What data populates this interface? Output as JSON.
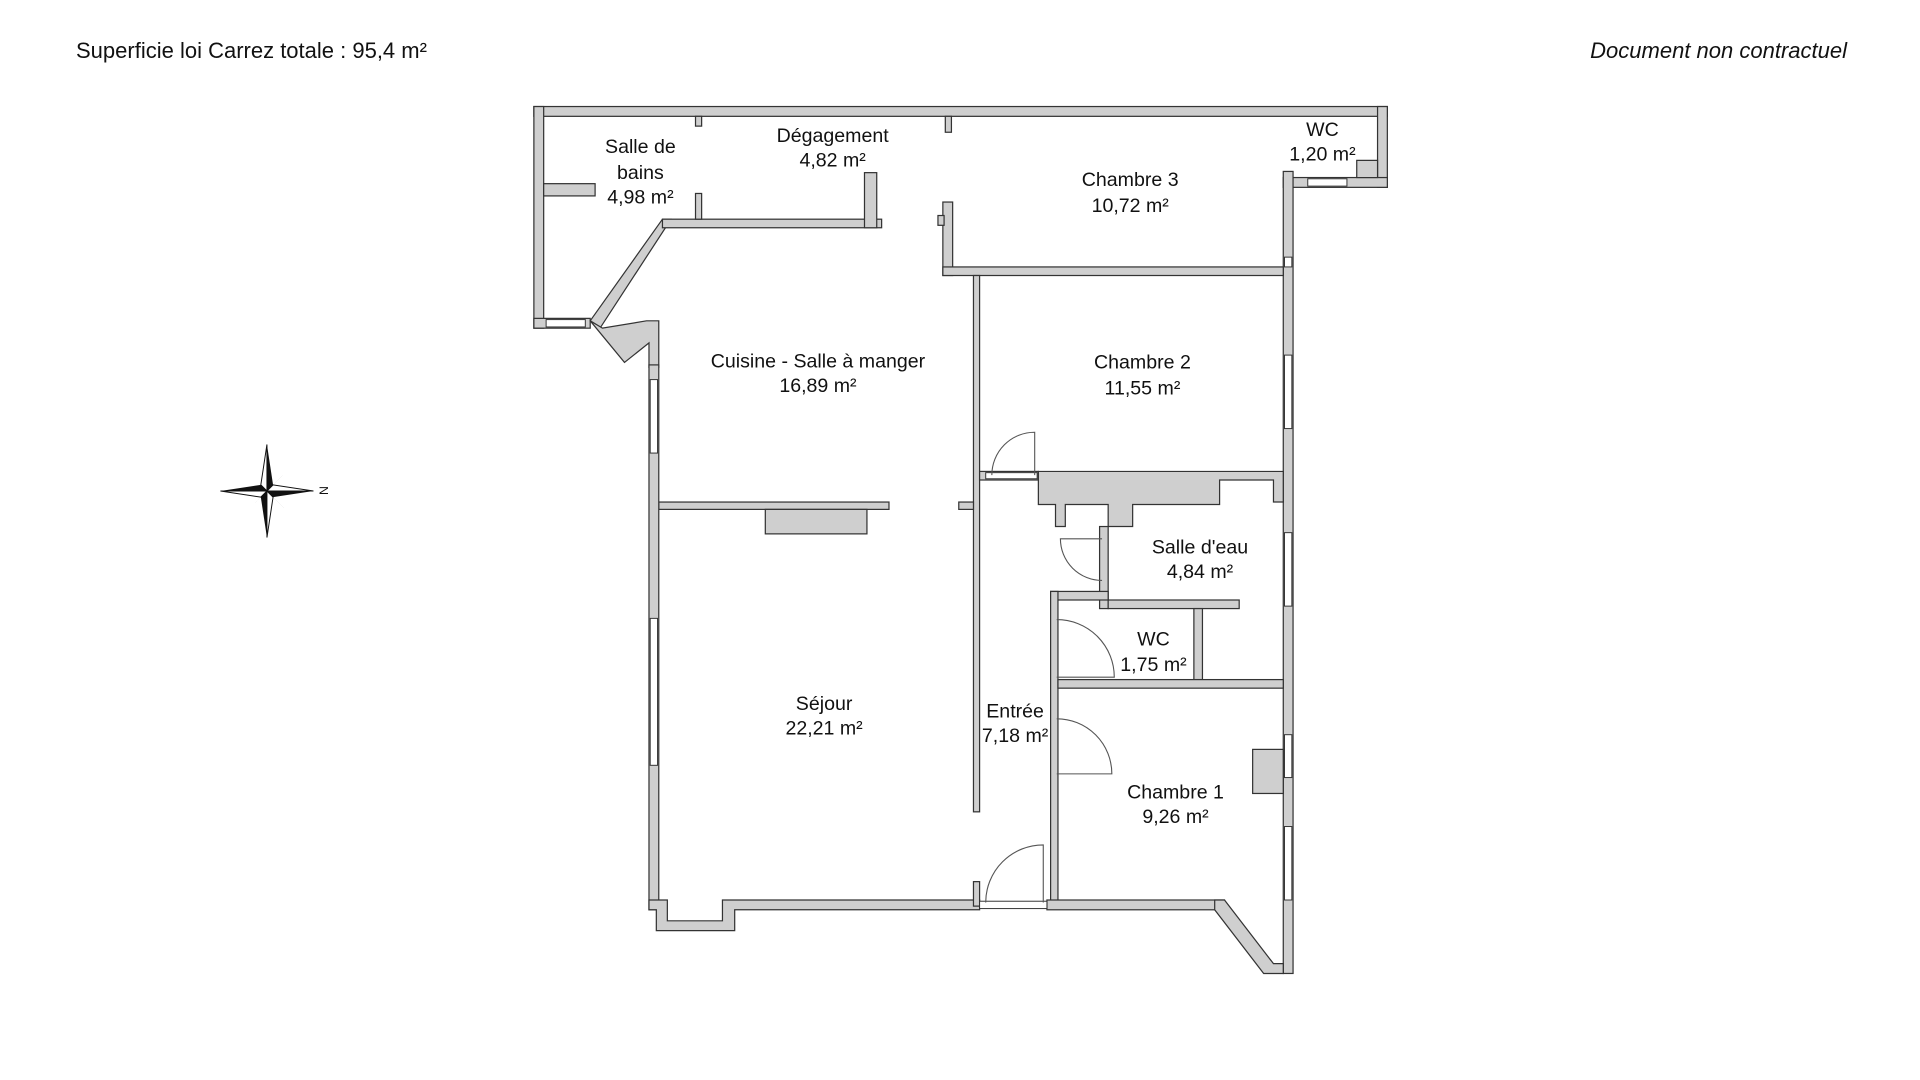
{
  "header": {
    "total_area": "Superficie loi Carrez totale :  95,4 m²",
    "disclaimer": "Document non contractuel"
  },
  "compass": {
    "north_label": "N"
  },
  "rooms": [
    {
      "name": "Salle de",
      "name2": "bains",
      "area": "4,98 m²"
    },
    {
      "name": "Dégagement",
      "area": "4,82 m²"
    },
    {
      "name": "WC",
      "area": "1,20 m²"
    },
    {
      "name": "Chambre 3",
      "area": "10,72 m²"
    },
    {
      "name": "Cuisine - Salle à manger",
      "area": "16,89 m²"
    },
    {
      "name": "Chambre 2",
      "area": "11,55 m²"
    },
    {
      "name": "Salle d'eau",
      "area": "4,84 m²"
    },
    {
      "name": "WC",
      "area": "1,75 m²"
    },
    {
      "name": "Séjour",
      "area": "22,21 m²"
    },
    {
      "name": "Entrée",
      "area": "7,18 m²"
    },
    {
      "name": "Chambre 1",
      "area": "9,26 m²"
    }
  ]
}
